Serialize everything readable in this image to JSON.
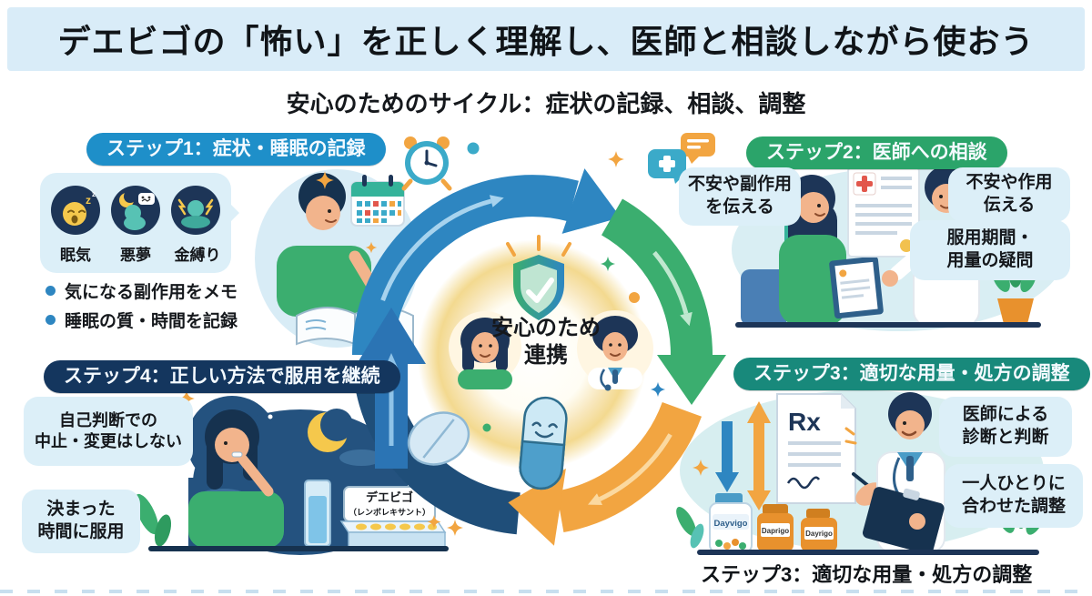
{
  "header": {
    "title": "デエビゴの「怖い」を正しく理解し、医師と相談しながら使おう"
  },
  "subtitle": "安心のためのサイクル：症状の記録、相談、調整",
  "center": {
    "line1": "安心のため",
    "line2": "連携"
  },
  "colors": {
    "header_bg": "#D9ECF8",
    "step1_label_bg": "#1E8FC9",
    "step2_label_bg": "#2BA46A",
    "step3_label_bg": "#18897B",
    "step4_label_bg": "#14365E",
    "arc_blue": "#2E86C1",
    "arc_green": "#3BAE6F",
    "arc_orange": "#F2A541",
    "arc_navy": "#1F4E79",
    "bubble_bg": "#DCEFF8",
    "accent_yellow": "#F5C84C"
  },
  "icons": {
    "shield-check-icon": "✔ shield",
    "alarm-clock-icon": "⏰",
    "calendar-icon": "📅",
    "chat-plus-icon": "💬+",
    "chat-lines-icon": "💬",
    "medical-document-icon": "🗎+",
    "first-aid-kit-icon": "⛨",
    "capsule-icon": "💊",
    "tablet-icon": "⬭",
    "moon-icon": "🌙",
    "sparkle-icon": "✦"
  },
  "step1": {
    "label": "ステップ1：症状・睡眠の記録",
    "symptoms": [
      {
        "label": "眠気",
        "icon": "sleepy-face-icon"
      },
      {
        "label": "悪夢",
        "icon": "nightmare-icon"
      },
      {
        "label": "金縛り",
        "icon": "sleep-paralysis-icon"
      }
    ],
    "bullets": [
      "気になる副作用をメモ",
      "睡眠の質・時間を記録"
    ]
  },
  "step2": {
    "label": "ステップ2：医師への相談",
    "bubbles": [
      "不安や副作用\nを伝える",
      "不安や作用\n伝える",
      "服用期間・\n用量の疑問"
    ]
  },
  "step3": {
    "label": "ステップ3：適切な用量・処方の調整",
    "bubbles": [
      "医師による\n診断と判断",
      "一人ひとりに\n合わせた調整"
    ],
    "rx_text": "Rx",
    "bottles": [
      "Dayvigo",
      "Daprigo",
      "Dayrigo"
    ],
    "caption": "ステップ3：適切な用量・処方の調整"
  },
  "step4": {
    "label": "ステップ4：正しい方法で服用を継続",
    "bubbles": [
      "自己判断での\n中止・変更はしない",
      "決まった\n時間に服用"
    ],
    "pillcase": {
      "line1": "デエビゴ",
      "line2": "（レンボレキサント）"
    }
  }
}
